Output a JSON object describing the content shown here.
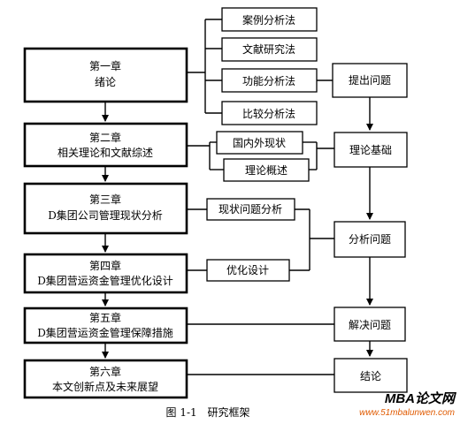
{
  "chapters": [
    {
      "label": "第一章",
      "title": "绪论"
    },
    {
      "label": "第二章",
      "title": "相关理论和文献综述"
    },
    {
      "label": "第三章",
      "title": "D集团公司管理现状分析"
    },
    {
      "label": "第四章",
      "title": "D集团营运资金管理优化设计"
    },
    {
      "label": "第五章",
      "title": "D集团营运资金管理保障措施"
    },
    {
      "label": "第六章",
      "title": "本文创新点及未来展望"
    }
  ],
  "methods": [
    "案例分析法",
    "文献研究法",
    "功能分析法",
    "比较分析法"
  ],
  "literature": [
    "国内外现状",
    "理论概述"
  ],
  "analysis": [
    "现状问题分析",
    "优化设计"
  ],
  "logic": [
    "提出问题",
    "理论基础",
    "分析问题",
    "解决问题",
    "结论"
  ],
  "caption": {
    "figure_no": "图 1-1",
    "title": "研究框架"
  },
  "watermark": {
    "brand": "MBA论文网",
    "url": "www.51mbalunwen.com"
  }
}
